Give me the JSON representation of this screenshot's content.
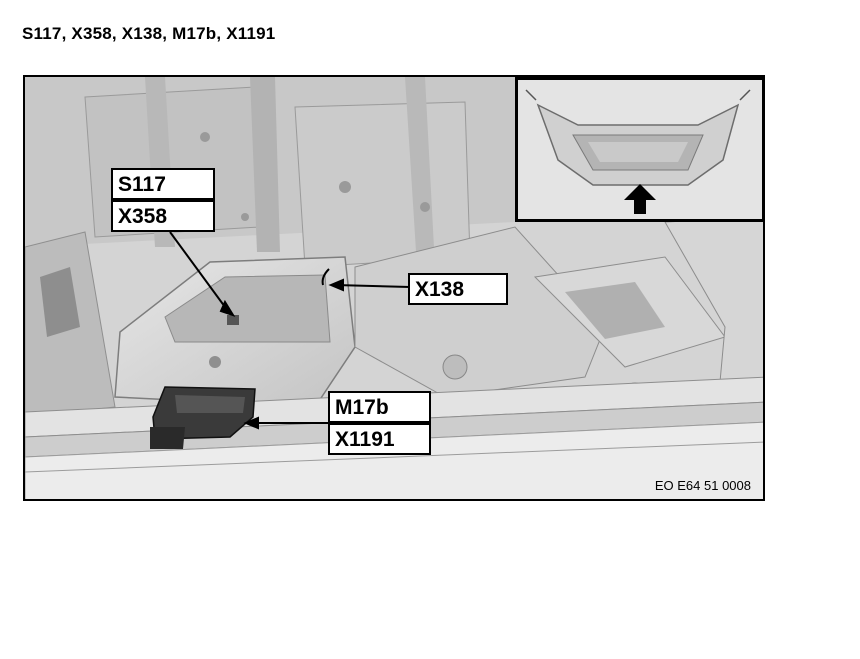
{
  "title": "S117, X358, X138, M17b, X1191",
  "figure": {
    "labels": {
      "s117": "S117",
      "x358": "X358",
      "x138": "X138",
      "m17b": "M17b",
      "x1191": "X1191"
    },
    "figure_id": "EO E64 51 0008"
  }
}
